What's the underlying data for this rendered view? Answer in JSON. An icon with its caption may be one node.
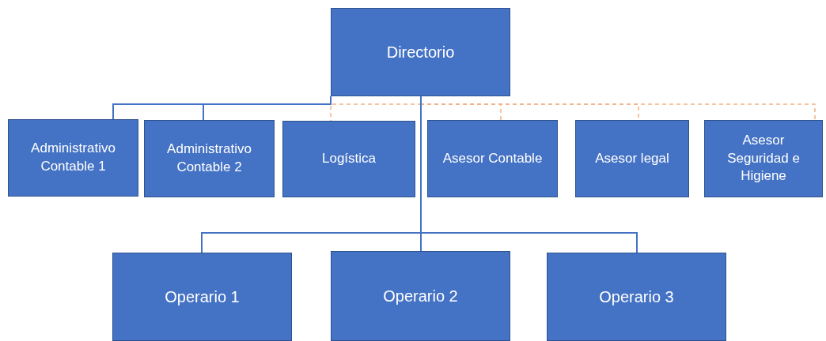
{
  "diagram": {
    "nodes": [
      {
        "text": [
          "Directorio"
        ]
      },
      {
        "text": [
          "Administrativo Contable 1"
        ]
      },
      {
        "text": [
          "Administrativo Contable 2"
        ]
      },
      {
        "text": [
          "Logística"
        ]
      },
      {
        "text": [
          "Asesor Contable"
        ]
      },
      {
        "text": [
          "Asesor legal"
        ]
      },
      {
        "text": [
          "Asesor Seguridad e Higiene"
        ]
      },
      {
        "text": [
          "Operario 1"
        ]
      },
      {
        "text": [
          "Operario 2"
        ]
      },
      {
        "text": [
          "Operario 3"
        ]
      }
    ],
    "edges": [
      {
        "from": 0,
        "to": 1,
        "arrow": "none"
      },
      {
        "from": 0,
        "to": 2,
        "arrow": "none"
      },
      {
        "from": 0,
        "to": 3,
        "arrow": "none",
        "style": "dashed",
        "color": "#f4b183"
      },
      {
        "from": 0,
        "to": 4,
        "arrow": "none",
        "style": "dashed",
        "color": "#f4b183"
      },
      {
        "from": 0,
        "to": 5,
        "arrow": "none",
        "style": "dashed",
        "color": "#f4b183"
      },
      {
        "from": 0,
        "to": 6,
        "arrow": "none",
        "style": "dashed",
        "color": "#f4b183"
      },
      {
        "from": 0,
        "to": 7,
        "arrow": "none"
      },
      {
        "from": 0,
        "to": 8,
        "arrow": "none"
      },
      {
        "from": 0,
        "to": 9,
        "arrow": "none"
      }
    ]
  }
}
